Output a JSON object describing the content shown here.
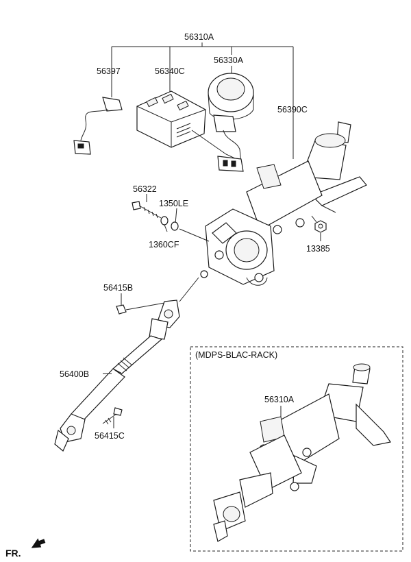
{
  "diagram": {
    "labels": {
      "assembly": "56310A",
      "wiring_connector": "56397",
      "ecu_module": "56340C",
      "motor": "56330A",
      "column_body": "56390C",
      "bolt": "56322",
      "washer_1350le": "1350LE",
      "washer_1360cf": "1360CF",
      "nut": "13385",
      "bolt_56415b": "56415B",
      "intermediate_shaft": "56400B",
      "bolt_56415c": "56415C",
      "inset_title": "(MDPS-BLAC-RACK)",
      "inset_assembly": "56310A",
      "front_indicator": "FR."
    }
  }
}
